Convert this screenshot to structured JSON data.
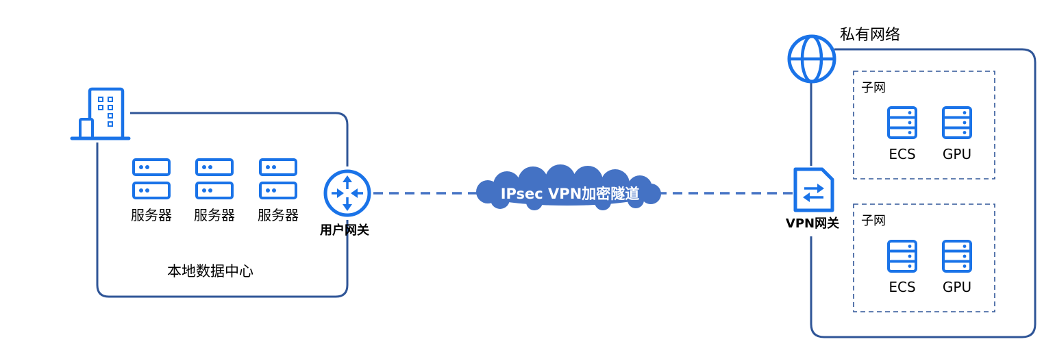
{
  "colors": {
    "frame": "#2f5597",
    "icon": "#1a73e8",
    "tunnel": "#4472c4",
    "cloud": "#4472c4"
  },
  "onprem": {
    "building_icon": "office-building-icon",
    "servers": [
      {
        "label": "服务器",
        "icon": "server-icon"
      },
      {
        "label": "服务器",
        "icon": "server-icon"
      },
      {
        "label": "服务器",
        "icon": "server-icon"
      }
    ],
    "title": "本地数据中心",
    "gateway": {
      "label": "用户网关",
      "icon": "router-icon"
    }
  },
  "tunnel": {
    "label": "IPsec VPN加密隧道"
  },
  "vpc": {
    "title": "私有网络",
    "globe_icon": "globe-icon",
    "vpn_gateway": {
      "label": "VPN网关",
      "icon": "vpn-gateway-icon"
    },
    "subnets": [
      {
        "title": "子网",
        "hosts": [
          {
            "label": "ECS",
            "icon": "server-rack-icon"
          },
          {
            "label": "GPU",
            "icon": "server-rack-icon"
          }
        ]
      },
      {
        "title": "子网",
        "hosts": [
          {
            "label": "ECS",
            "icon": "server-rack-icon"
          },
          {
            "label": "GPU",
            "icon": "server-rack-icon"
          }
        ]
      }
    ]
  }
}
